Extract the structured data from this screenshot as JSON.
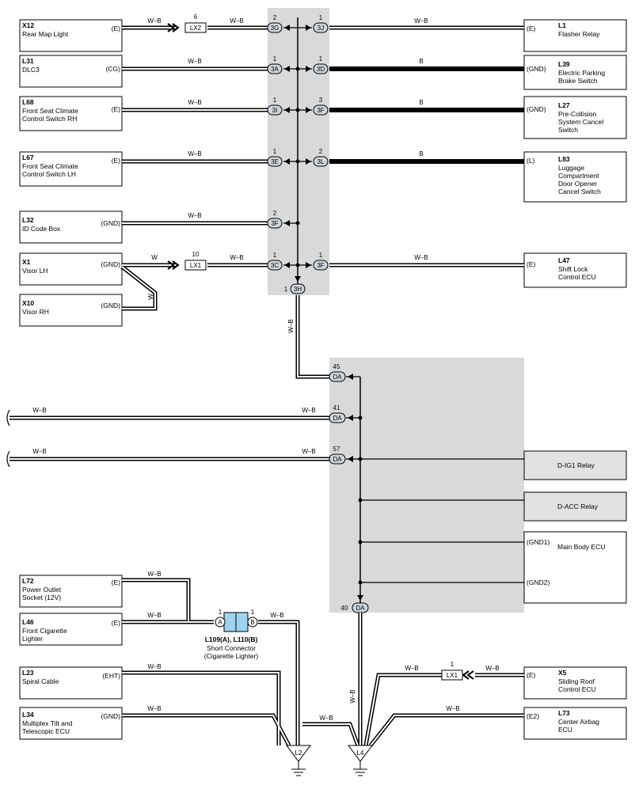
{
  "components": {
    "x12": {
      "code": "X12",
      "name1": "Rear Map Light",
      "pin": "(E)"
    },
    "l31": {
      "code": "L31",
      "name1": "DLC3",
      "pin": "(CG)"
    },
    "l68": {
      "code": "L68",
      "name1": "Front Seat Climate",
      "name2": "Control Switch RH",
      "pin": "(E)"
    },
    "l67": {
      "code": "L67",
      "name1": "Front Seat Climate",
      "name2": "Control Switch LH",
      "pin": "(E)"
    },
    "l32": {
      "code": "L32",
      "name1": "ID Code Box",
      "pin": "(GND)"
    },
    "x1": {
      "code": "X1",
      "name1": "Visor LH",
      "pin": "(GND)"
    },
    "x10": {
      "code": "X10",
      "name1": "Visor RH",
      "pin": "(GND)"
    },
    "l1": {
      "code": "L1",
      "name1": "Flasher Relay",
      "pin": "(E)"
    },
    "l39": {
      "code": "L39",
      "name1": "Electric Parking",
      "name2": "Brake Switch",
      "pin": "(GND)"
    },
    "l27": {
      "code": "L27",
      "name1": "Pre-Collision",
      "name2": "System Cancel",
      "name3": "Switch",
      "pin": "(GND)"
    },
    "l83": {
      "code": "L83",
      "name1": "Luggage",
      "name2": "Compartment",
      "name3": "Door Opener",
      "name4": "Cancel Switch",
      "pin": "(L)"
    },
    "l47": {
      "code": "L47",
      "name1": "Shift Lock",
      "name2": "Control ECU",
      "pin": "(E)"
    },
    "dig1": {
      "name1": "D-IG1 Relay"
    },
    "dacc": {
      "name1": "D-ACC Relay"
    },
    "mbecu": {
      "name1": "Main Body ECU",
      "pin1": "(GND1)",
      "pin2": "(GND2)"
    },
    "l72": {
      "code": "L72",
      "name1": "Power Outlet",
      "name2": "Socket (12V)",
      "pin": "(E)"
    },
    "l46": {
      "code": "L46",
      "name1": "Front Cigarette",
      "name2": "Lighter",
      "pin": "(E)"
    },
    "l23": {
      "code": "L23",
      "name1": "Spiral Cable",
      "pin": "(EHT)"
    },
    "l34": {
      "code": "L34",
      "name1": "Multiplex Tilt and",
      "name2": "Telescopic ECU",
      "pin": "(GND)"
    },
    "x5": {
      "code": "X5",
      "name1": "Sliding Roof",
      "name2": "Control ECU",
      "pin": "(E)"
    },
    "l73": {
      "code": "L73",
      "name1": "Center Airbag",
      "name2": "ECU",
      "pin": "(E2)"
    }
  },
  "connectors": {
    "c3g": {
      "label": "3G",
      "pin": "2"
    },
    "c3j": {
      "label": "3J",
      "pin": "1"
    },
    "c3a": {
      "label": "3A",
      "pin": "1"
    },
    "c3d": {
      "label": "3D",
      "pin": "1"
    },
    "c3i": {
      "label": "3I",
      "pin": "1"
    },
    "c3f1": {
      "label": "3F",
      "pin": "3"
    },
    "c3e": {
      "label": "3E",
      "pin": "1"
    },
    "c3l": {
      "label": "3L",
      "pin": "2"
    },
    "c3f2": {
      "label": "3F",
      "pin": "2"
    },
    "c3c": {
      "label": "3C",
      "pin": "1"
    },
    "c3f3": {
      "label": "3F",
      "pin": "1"
    },
    "c3h": {
      "label": "3H",
      "pin": "1"
    },
    "lx2": {
      "label": "LX2",
      "pin": "6"
    },
    "lx1a": {
      "label": "LX1",
      "pin": "10"
    },
    "lx1b": {
      "label": "LX1",
      "pin": "1"
    },
    "da45": {
      "label": "DA",
      "pin": "45"
    },
    "da41": {
      "label": "DA",
      "pin": "41"
    },
    "da57": {
      "label": "DA",
      "pin": "57"
    },
    "da40": {
      "label": "DA",
      "pin": "40"
    },
    "sa": {
      "label": "A",
      "pin": "1"
    },
    "sb": {
      "label": "B",
      "pin": "1"
    }
  },
  "short_connector": {
    "code": "L109(A), L110(B)",
    "name1": "Short Connector",
    "name2": "(Cigarette Lighter)"
  },
  "grounds": {
    "l2": "L2",
    "l4": "L4"
  },
  "wires": {
    "wb": "W–B",
    "b": "B",
    "w": "W"
  },
  "colors": {
    "shade": "#d9d9d9",
    "relay_fill": "#e2e2e2",
    "wire": "#000000",
    "connector_fill": "#cfd6dd",
    "short_fill": "#9fd3ee"
  }
}
